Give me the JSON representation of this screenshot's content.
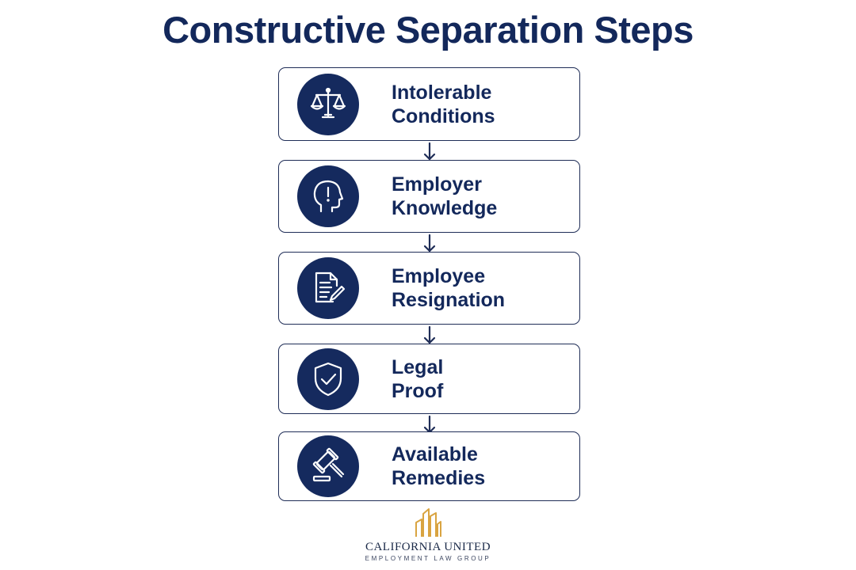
{
  "title": "Constructive Separation Steps",
  "steps": [
    {
      "line1": "Intolerable",
      "line2": "Conditions",
      "icon": "scales-of-justice-icon"
    },
    {
      "line1": "Employer",
      "line2": "Knowledge",
      "icon": "head-exclamation-icon"
    },
    {
      "line1": "Employee",
      "line2": "Resignation",
      "icon": "document-pen-icon"
    },
    {
      "line1": "Legal",
      "line2": "Proof",
      "icon": "shield-check-icon"
    },
    {
      "line1": "Available",
      "line2": "Remedies",
      "icon": "gavel-icon"
    }
  ],
  "logo": {
    "name": "CALIFORNIA UNITED",
    "subtitle": "EMPLOYMENT LAW GROUP",
    "icon": "buildings-logo-icon"
  },
  "colors": {
    "navy": "#13285b",
    "icon_circle": "#152a5e",
    "border": "#1f2d57",
    "logo_gold": "#d9a441"
  }
}
